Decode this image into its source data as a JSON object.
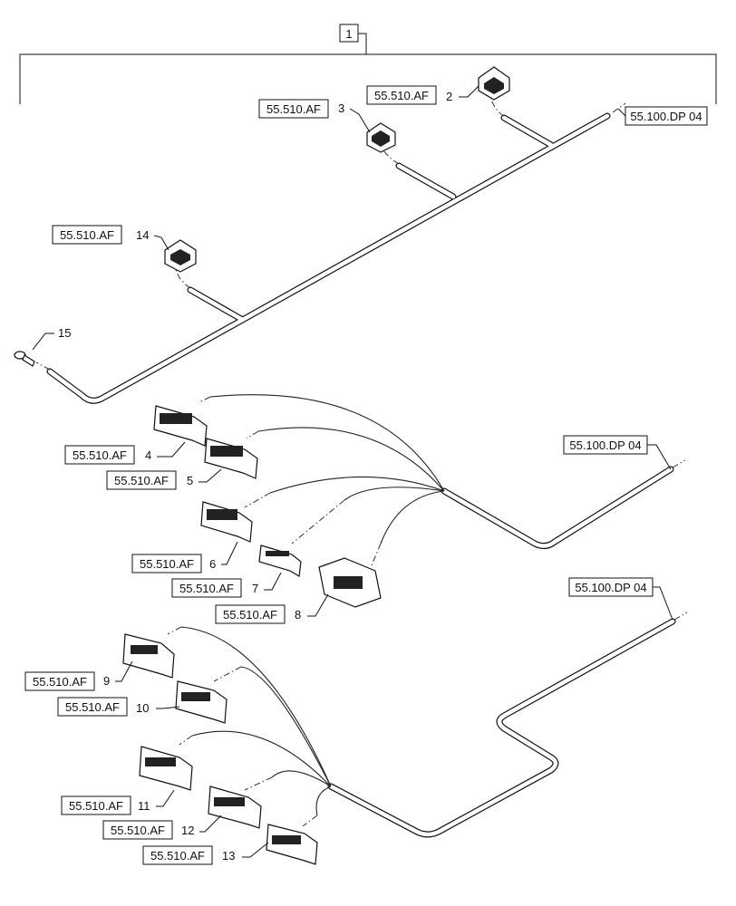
{
  "assembly_callout": "1",
  "connector_ref": "55.510.AF",
  "harness_ref": "55.100.DP 04",
  "connectors": [
    {
      "id": "2",
      "ref": "55.510.AF"
    },
    {
      "id": "3",
      "ref": "55.510.AF"
    },
    {
      "id": "14",
      "ref": "55.510.AF"
    },
    {
      "id": "15",
      "ref": ""
    },
    {
      "id": "4",
      "ref": "55.510.AF"
    },
    {
      "id": "5",
      "ref": "55.510.AF"
    },
    {
      "id": "6",
      "ref": "55.510.AF"
    },
    {
      "id": "7",
      "ref": "55.510.AF"
    },
    {
      "id": "8",
      "ref": "55.510.AF"
    },
    {
      "id": "9",
      "ref": "55.510.AF"
    },
    {
      "id": "10",
      "ref": "55.510.AF"
    },
    {
      "id": "11",
      "ref": "55.510.AF"
    },
    {
      "id": "12",
      "ref": "55.510.AF"
    },
    {
      "id": "13",
      "ref": "55.510.AF"
    }
  ],
  "harness_refs": [
    "55.100.DP 04",
    "55.100.DP 04",
    "55.100.DP 04"
  ]
}
